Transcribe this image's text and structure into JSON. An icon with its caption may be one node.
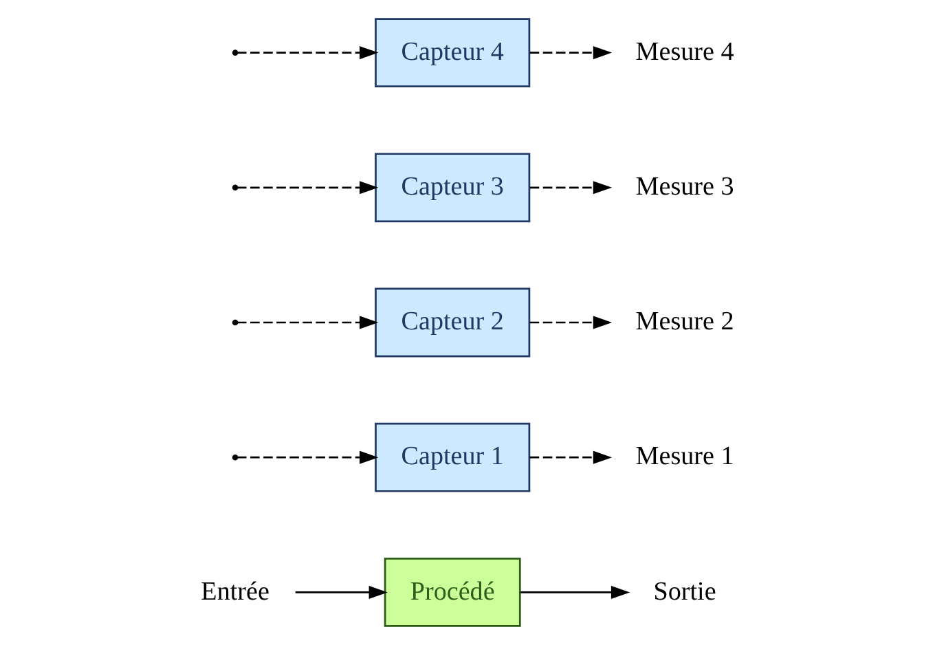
{
  "diagram": {
    "nodes": [
      {
        "text": [
          "Entrée"
        ]
      },
      {
        "text": [
          "Procédé"
        ]
      },
      {
        "text": [
          "Sortie"
        ]
      },
      {
        "text": [
          "Capteur 1"
        ]
      },
      {
        "text": [
          "Capteur 2"
        ]
      },
      {
        "text": [
          "Capteur 3"
        ]
      },
      {
        "text": [
          "Capteur 4"
        ]
      },
      {
        "text": [
          "Mesure 1"
        ]
      },
      {
        "text": [
          "Mesure 2"
        ]
      },
      {
        "text": [
          "Mesure 3"
        ]
      },
      {
        "text": [
          "Mesure 4"
        ]
      }
    ],
    "edges": [
      {
        "from": 0,
        "to": 1,
        "arrow": "to"
      },
      {
        "from": 1,
        "to": 2,
        "arrow": "to"
      },
      {
        "from": null,
        "to": 3,
        "arrow": "to",
        "style": "dashed"
      },
      {
        "from": null,
        "to": 4,
        "arrow": "to",
        "style": "dashed"
      },
      {
        "from": null,
        "to": 5,
        "arrow": "to",
        "style": "dashed"
      },
      {
        "from": null,
        "to": 6,
        "arrow": "to",
        "style": "dashed"
      },
      {
        "from": 3,
        "to": 7,
        "arrow": "to",
        "style": "dashed"
      },
      {
        "from": 4,
        "to": 8,
        "arrow": "to",
        "style": "dashed"
      },
      {
        "from": 5,
        "to": 9,
        "arrow": "to",
        "style": "dashed"
      },
      {
        "from": 6,
        "to": 10,
        "arrow": "to",
        "style": "dashed"
      }
    ]
  }
}
